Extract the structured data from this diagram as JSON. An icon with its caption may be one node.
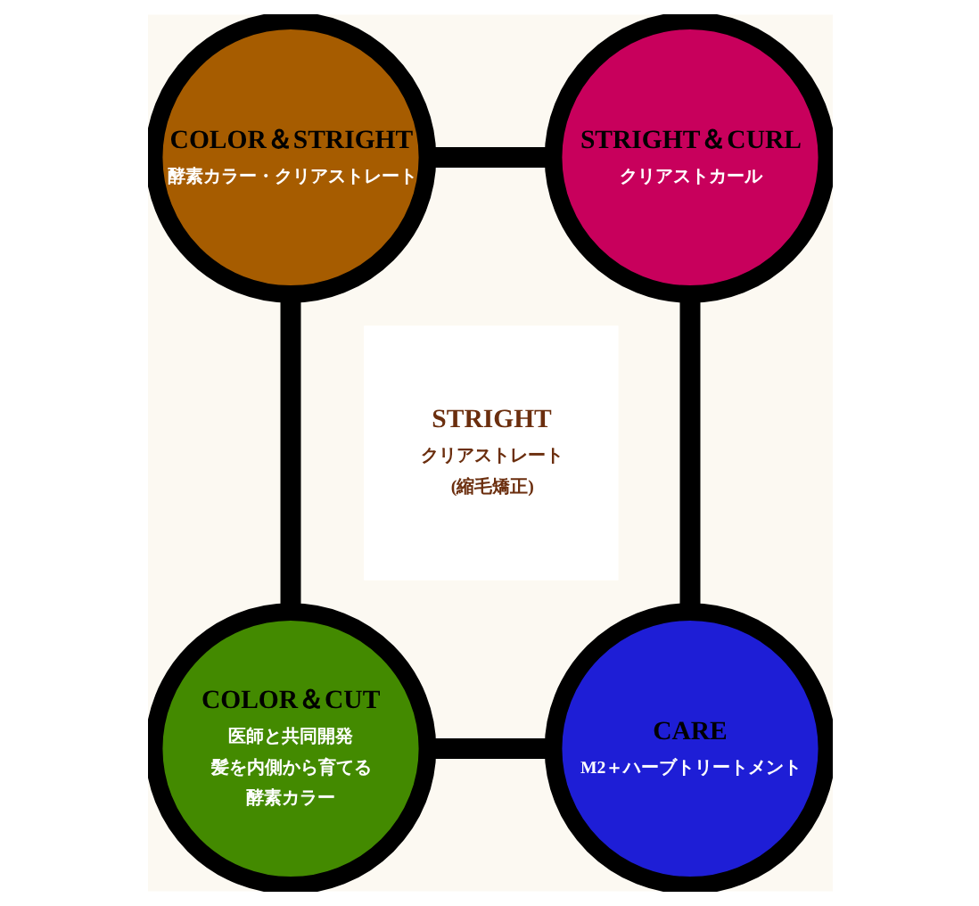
{
  "diagram": {
    "nodes": [
      {
        "text": [
          "COLOR＆STRIGHT",
          "酵素カラー・クリアストレート"
        ]
      },
      {
        "text": [
          "STRIGHT＆CURL",
          "クリアストカール"
        ]
      },
      {
        "text": [
          "STRIGHT",
          "クリアストレート",
          "(縮毛矯正)"
        ]
      },
      {
        "text": [
          "COLOR＆CUT",
          "医師と共同開発",
          "髪を内側から育てる",
          "酵素カラー"
        ]
      },
      {
        "text": [
          "CARE",
          "M2＋ハーブトリートメント"
        ]
      }
    ],
    "edges": [
      {
        "from": 0,
        "to": 1,
        "arrow": "none"
      },
      {
        "from": 0,
        "to": 3,
        "arrow": "none"
      },
      {
        "from": 1,
        "to": 4,
        "arrow": "none"
      },
      {
        "from": 3,
        "to": 4,
        "arrow": "none"
      }
    ]
  }
}
